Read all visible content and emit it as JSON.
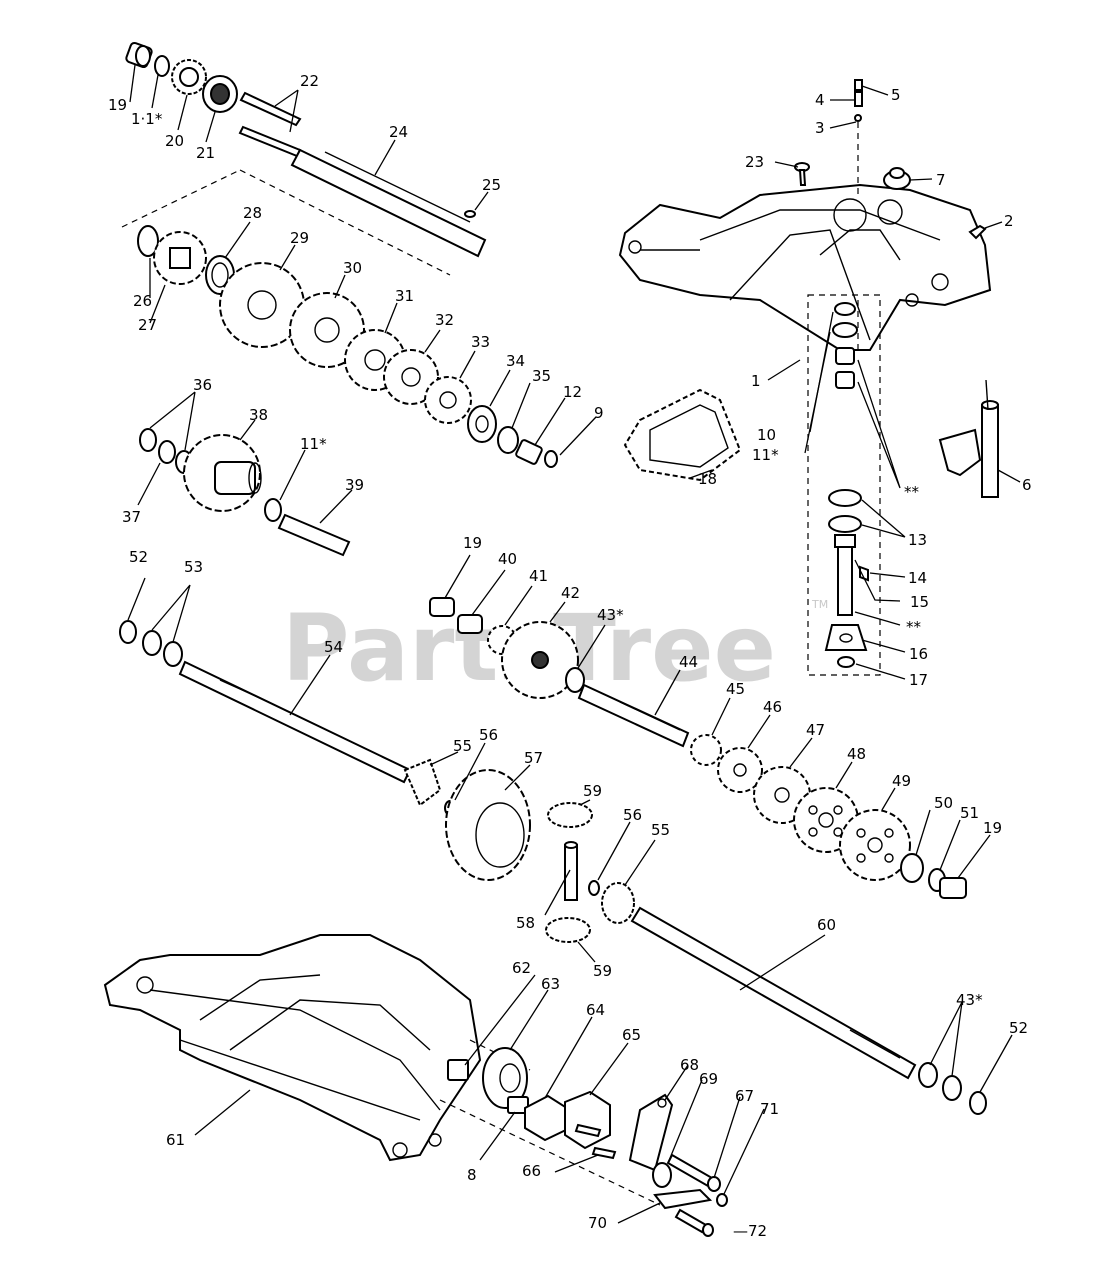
{
  "watermark": {
    "text": "PartsTree",
    "trademark": "TM"
  },
  "labels": {
    "l19a": "19",
    "l1_1": "1·1*",
    "l20": "20",
    "l21": "21",
    "l22": "22",
    "l24": "24",
    "l25": "25",
    "l5": "5",
    "l4": "4",
    "l3": "3",
    "l23": "23",
    "l7": "7",
    "l2": "2",
    "l1": "1",
    "l26": "26",
    "l27": "27",
    "l28": "28",
    "l29": "29",
    "l30": "30",
    "l31": "31",
    "l32": "32",
    "l33": "33",
    "l34": "34",
    "l35": "35",
    "l12": "12",
    "l9": "9",
    "l36": "36",
    "l38": "38",
    "l11b": "11*",
    "l39": "39",
    "l37": "37",
    "l18": "18",
    "l10": "10",
    "l11a": "11*",
    "lss1": "**",
    "l13": "13",
    "l6": "6",
    "l14": "14",
    "l15": "15",
    "lss2": "**",
    "l16": "16",
    "l17": "17",
    "l52a": "52",
    "l53": "53",
    "l19b": "19",
    "l40": "40",
    "l41": "41",
    "l42": "42",
    "l43a": "43*",
    "l54": "54",
    "l44": "44",
    "l45": "45",
    "l46": "46",
    "l47": "47",
    "l48": "48",
    "l55a": "55",
    "l56a": "56",
    "l57": "57",
    "l59a": "59",
    "l49": "49",
    "l50": "50",
    "l51": "51",
    "l19c": "19",
    "l56b": "56",
    "l55b": "55",
    "l58": "58",
    "l59b": "59",
    "l60": "60",
    "l62": "62",
    "l63": "63",
    "l64": "64",
    "l65": "65",
    "l43b": "43*",
    "l52b": "52",
    "l68": "68",
    "l69": "69",
    "l67": "67",
    "l71": "71",
    "l61": "61",
    "l8": "8",
    "l66": "66",
    "l70": "70",
    "l72": "—72"
  }
}
